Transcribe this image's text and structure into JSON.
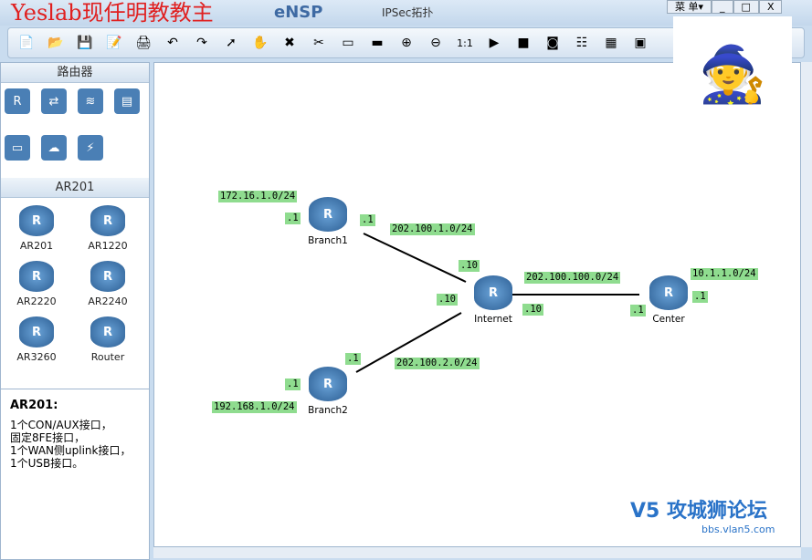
{
  "window": {
    "app": "eNSP",
    "title": "IPSec拓扑",
    "menu": "菜 单▾",
    "minimize": "_",
    "maximize": "□",
    "close": "X"
  },
  "watermark": "Yeslab现任明教教主",
  "toolbar": [
    "new-topology-icon",
    "open-icon",
    "save-icon",
    "save-as-icon",
    "print-icon",
    "undo-icon",
    "redo-icon",
    "select-pointer-icon",
    "hand-icon",
    "delete-icon",
    "delete-link-icon",
    "text-icon",
    "rectangle-icon",
    "zoom-in-icon",
    "zoom-out-icon",
    "fit-1to1-icon",
    "start-icon",
    "stop-icon",
    "capture-icon",
    "topology-icon",
    "grid-icon",
    "terminal-icon"
  ],
  "sidebar": {
    "category_header": "路由器",
    "categories": [
      "router-icon",
      "switch-icon",
      "wireless-icon",
      "firewall-icon",
      "pc-icon",
      "cloud-icon",
      "link-icon"
    ],
    "device_header": "AR201",
    "devices": [
      "AR201",
      "AR1220",
      "AR2220",
      "AR2240",
      "AR3260",
      "Router"
    ],
    "desc": {
      "title": "AR201:",
      "lines": [
        "1个CON/AUX接口，",
        "固定8FE接口，",
        "1个WAN侧uplink接口，",
        "1个USB接口。"
      ]
    }
  },
  "topology": {
    "nodes": {
      "branch1": "Branch1",
      "branch2": "Branch2",
      "internet": "Internet",
      "center": "Center"
    },
    "labels": {
      "b1lan": "172.16.1.0/24",
      "b1lanip": ".1",
      "b1wanip": ".1",
      "b1net": "202.100.1.0/24",
      "in1": ".10",
      "in2": ".10",
      "innet3": "202.100.100.0/24",
      "in3": ".10",
      "cwan": ".1",
      "clan": "10.1.1.0/24",
      "clanip": ".1",
      "b2wanip": ".1",
      "b2lanip": ".1",
      "b2net": "202.100.2.0/24",
      "b2lan": "192.168.1.0/24"
    }
  },
  "brand": {
    "name": "攻城狮论坛",
    "url": "bbs.vlan5.com"
  }
}
